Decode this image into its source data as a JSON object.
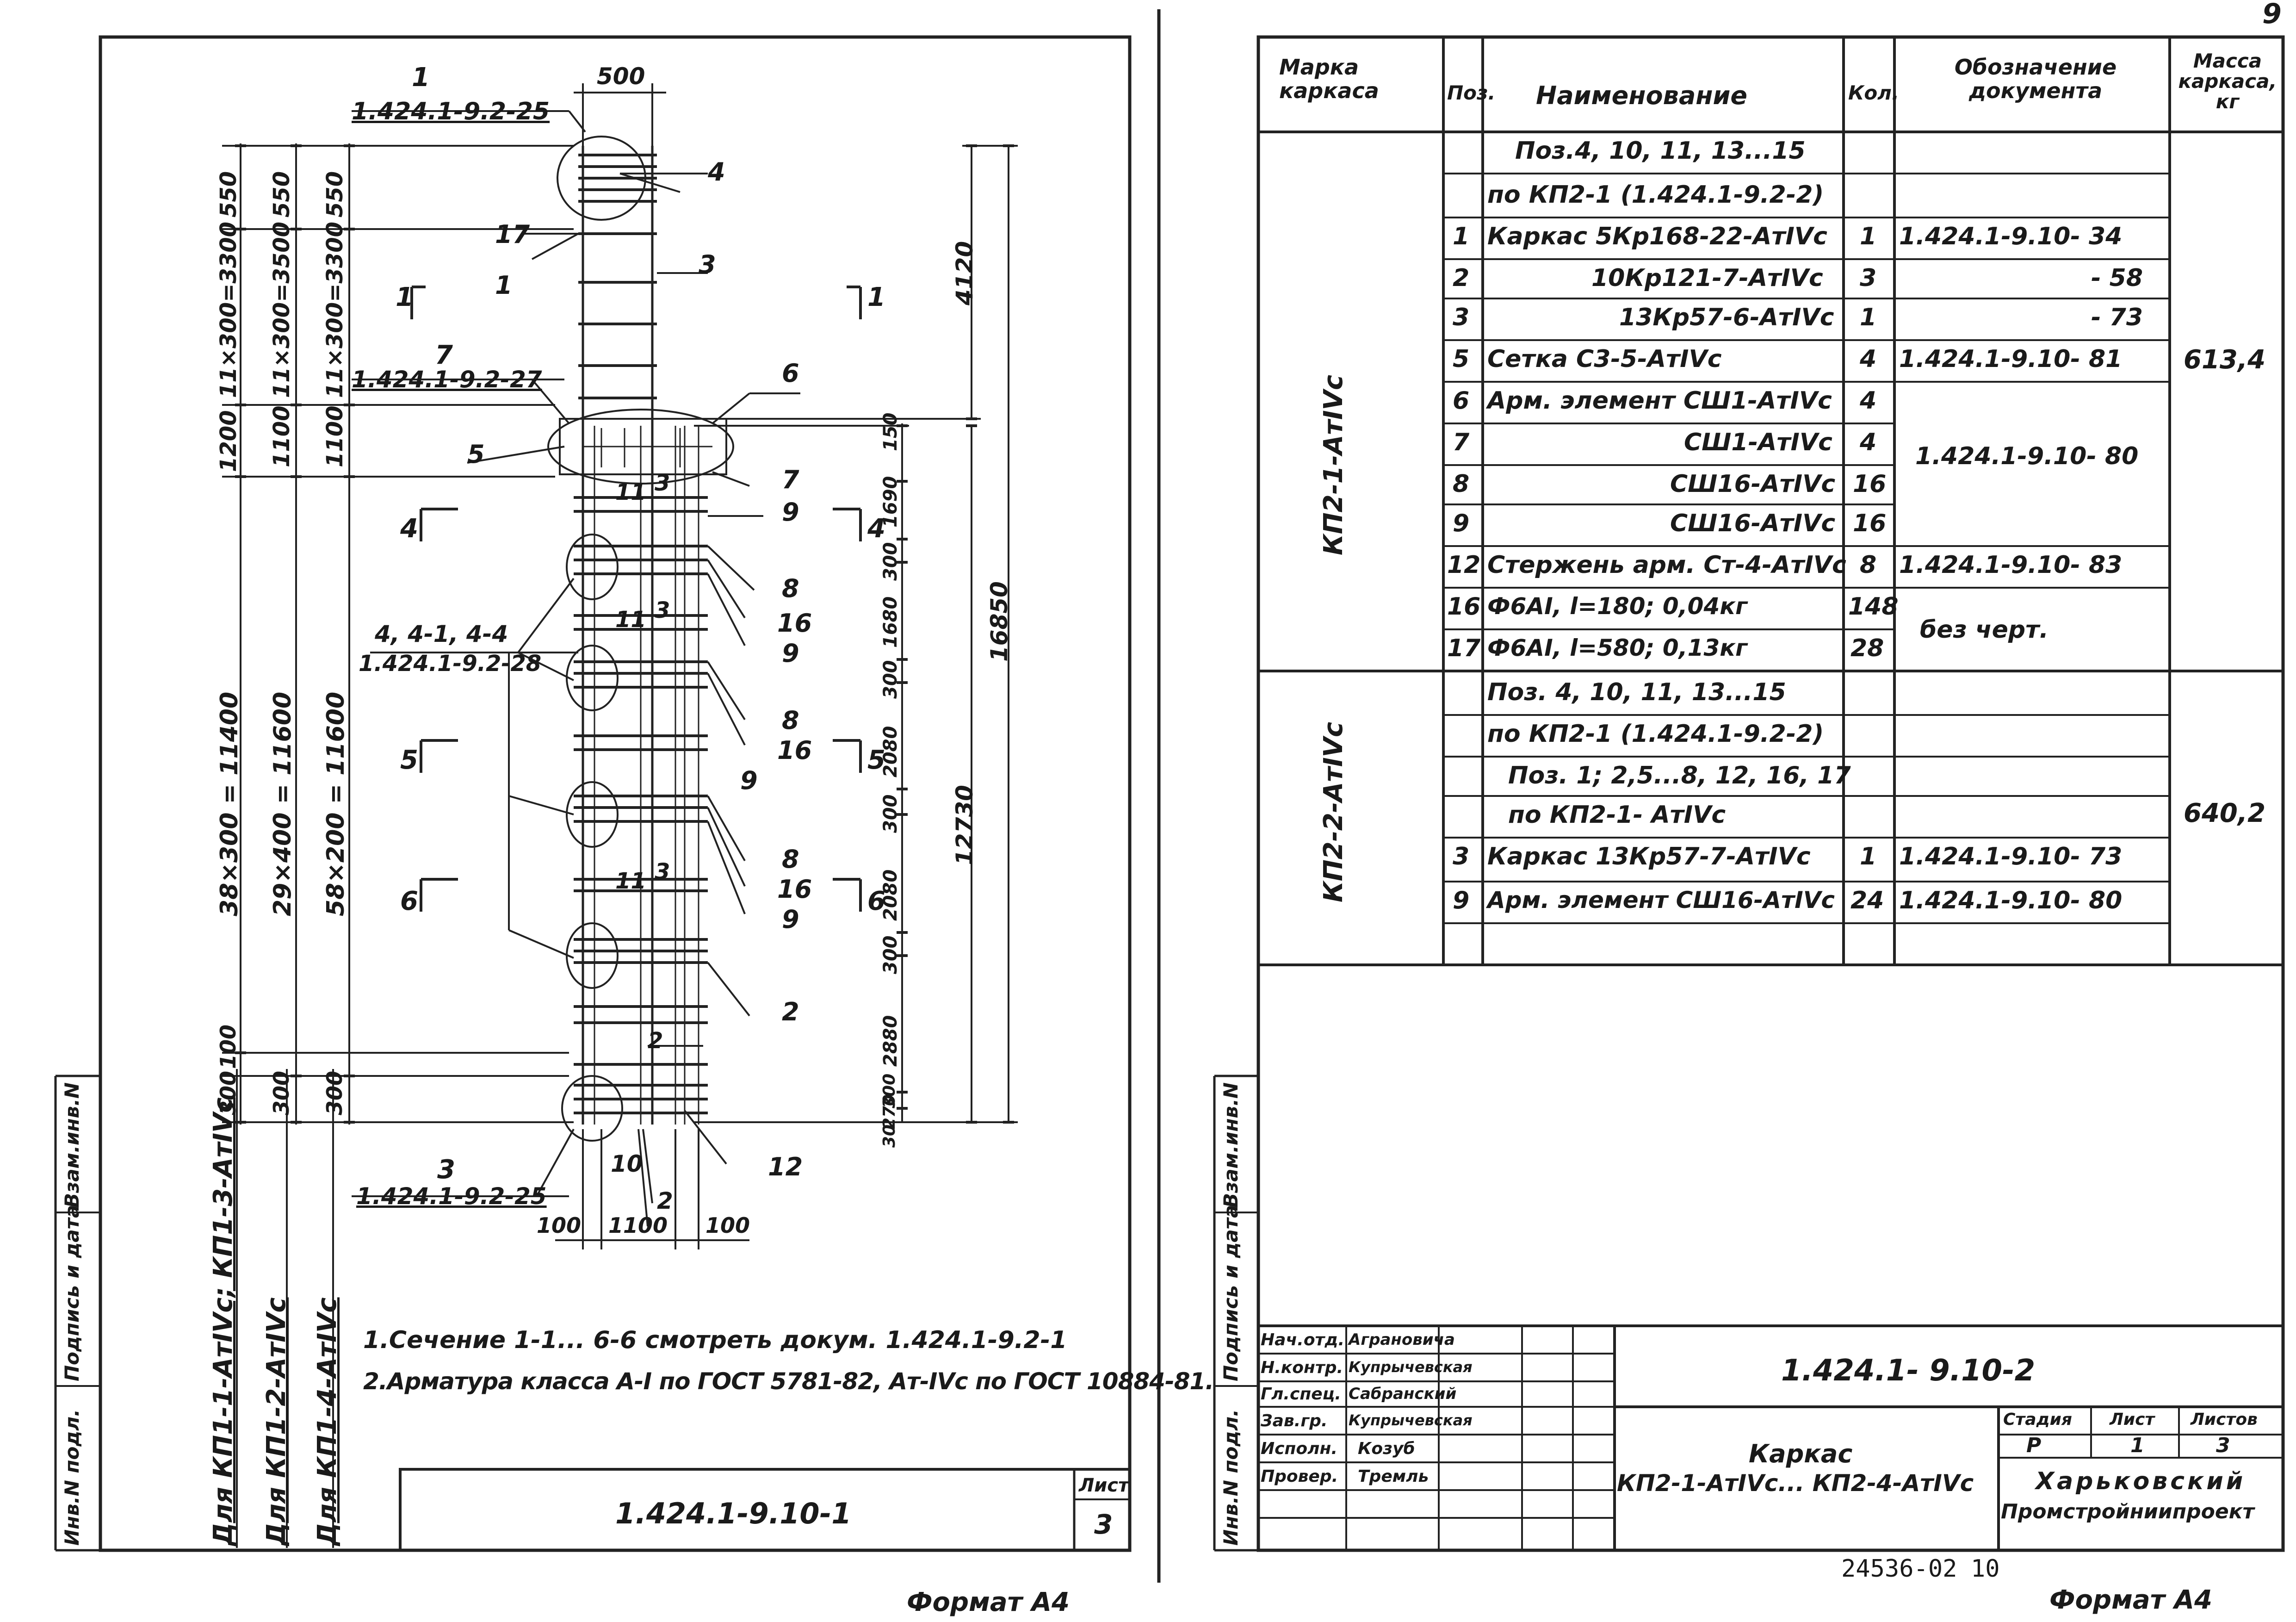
{
  "page_number": "9",
  "format_left": "Формат А4",
  "format_right": "Формат А4",
  "archive_number": "24536-02",
  "archive_suffix": "10",
  "left": {
    "top_ref_num": "1",
    "top_ref_doc": "1.424.1-9.2-25",
    "width_top": "500",
    "left_dims": [
      "550",
      "11×300=3300",
      "1200",
      "38×300 = 11400",
      "100",
      "300"
    ],
    "mid_dims": [
      "550",
      "11×300=3500",
      "1100",
      "29×400 = 11600",
      "300"
    ],
    "right_dims": [
      "550",
      "11×300=3300",
      "1100",
      "58×200 = 11600",
      "300"
    ],
    "right_small_dims": [
      "150",
      "1690",
      "300",
      "1680",
      "300",
      "2080",
      "300",
      "2080",
      "300",
      "2880",
      "300",
      "270",
      "30"
    ],
    "overall_4120": "4120",
    "overall_16850": "16850",
    "overall_12730": "12730",
    "bottom_dims": [
      "100",
      "1100",
      "100"
    ],
    "ref7_num": "7",
    "ref7_doc": "1.424.1-9.2-27",
    "ref44_num": "4, 4-1, 4-4",
    "ref44_doc": "1.424.1-9.2-28",
    "ref3_num": "3",
    "ref3_doc": "1.424.1-9.2-25",
    "section_marks": [
      "1",
      "1",
      "4",
      "4",
      "5",
      "5",
      "6",
      "6"
    ],
    "callouts": [
      "4",
      "17",
      "1",
      "3",
      "6",
      "5",
      "7",
      "11",
      "3",
      "9",
      "8",
      "16",
      "9",
      "11",
      "3",
      "8",
      "16",
      "9",
      "11",
      "3",
      "8",
      "16",
      "9",
      "2",
      "2",
      "10",
      "2",
      "12"
    ],
    "notes": [
      "1.Сечение 1-1... 6-6 смотреть докум. 1.424.1-9.2-1",
      "2.Арматура класса А-I по ГОСТ 5781-82, Ат-IVс по ГОСТ 10884-81."
    ],
    "side_labels": [
      "Для КП1-1-АтIVс; КП1-3-АтIVс",
      "Для КП1-2-АтIVс",
      "Для КП1-4-АтIVс"
    ],
    "stamp_labels": [
      "Инв.N подл.",
      "Подпись и дата",
      "Взам.инв.N"
    ],
    "sheet_code": "1.424.1-9.10-1",
    "sheet_label": "Лист",
    "sheet_no": "3"
  },
  "right": {
    "headers": [
      "Марка каркаса",
      "Поз.",
      "Наименование",
      "Кол.",
      "Обозначение документа",
      "Масса каркаса, кг"
    ],
    "rows": [
      {
        "poz": "",
        "name": "Поз.4, 10, 11, 13...15",
        "qty": "",
        "doc": ""
      },
      {
        "poz": "",
        "name": "по КП2-1 (1.424.1-9.2-2)",
        "qty": "",
        "doc": ""
      },
      {
        "poz": "1",
        "name": "Каркас 5Кр168-22-АтIVс",
        "qty": "1",
        "doc": "1.424.1-9.10- 34"
      },
      {
        "poz": "2",
        "name": "10Кр121-7-АтIVс",
        "qty": "3",
        "doc": "- 58"
      },
      {
        "poz": "3",
        "name": "13Кр57-6-АтIVс",
        "qty": "1",
        "doc": "- 73"
      },
      {
        "poz": "5",
        "name": "Сетка С3-5-АтIVс",
        "qty": "4",
        "doc": "1.424.1-9.10- 81"
      },
      {
        "poz": "6",
        "name": "Арм. элемент СШ1-АтIVс",
        "qty": "4",
        "doc": ""
      },
      {
        "poz": "7",
        "name": "СШ1-АтIVс",
        "qty": "4",
        "doc": "1.424.1-9.10- 80"
      },
      {
        "poz": "8",
        "name": "СШ16-АтIVс",
        "qty": "16",
        "doc": ""
      },
      {
        "poz": "9",
        "name": "СШ16-АтIVс",
        "qty": "16",
        "doc": ""
      },
      {
        "poz": "12",
        "name": "Стержень арм. Ст-4-АтIVс",
        "qty": "8",
        "doc": "1.424.1-9.10- 83"
      },
      {
        "poz": "16",
        "name": "Ф6АI, l=180;    0,04кг",
        "qty": "148",
        "doc": "без черт."
      },
      {
        "poz": "17",
        "name": "Ф6АI, l=580;    0,13кг",
        "qty": "28",
        "doc": ""
      },
      {
        "poz": "",
        "name": "Поз. 4, 10, 11, 13...15",
        "qty": "",
        "doc": ""
      },
      {
        "poz": "",
        "name": "по КП2-1 (1.424.1-9.2-2)",
        "qty": "",
        "doc": ""
      },
      {
        "poz": "",
        "name": "Поз. 1; 2,5...8, 12, 16, 17",
        "qty": "",
        "doc": ""
      },
      {
        "poz": "",
        "name": "по КП2-1- АтIVс",
        "qty": "",
        "doc": ""
      },
      {
        "poz": "3",
        "name": "Каркас 13Кр57-7-АтIVс",
        "qty": "1",
        "doc": "1.424.1-9.10- 73"
      },
      {
        "poz": "9",
        "name": "Арм. элемент СШ16-АтIVс",
        "qty": "24",
        "doc": "1.424.1-9.10- 80"
      }
    ],
    "mark1": "КП2-1-АтIVс",
    "mark2": "КП2-2-АтIVс",
    "mass1": "613,4",
    "mass2": "640,2",
    "title_block": {
      "roles": [
        "Нач.отд.",
        "Н.контр.",
        "Гл.спец.",
        "Зав.гр.",
        "Исполн.",
        "Провер."
      ],
      "names": [
        "Аграновича",
        "Купрычевская",
        "Сабранский",
        "Купрычевская",
        "Козуб",
        "Тремль"
      ],
      "doc_code": "1.424.1- 9.10-2",
      "title_line1": "Каркас",
      "title_line2": "КП2-1-АтIVс... КП2-4-АтIVс",
      "stage_label": "Стадия",
      "sheet_label": "Лист",
      "sheets_label": "Листов",
      "stage": "Р",
      "sheet": "1",
      "sheets": "3",
      "org_line1": "Харьковский",
      "org_line2": "Промстройниипроект"
    },
    "stamp_labels": [
      "Инв.N подл.",
      "Подпись и дата",
      "Взам.инв.N"
    ]
  }
}
